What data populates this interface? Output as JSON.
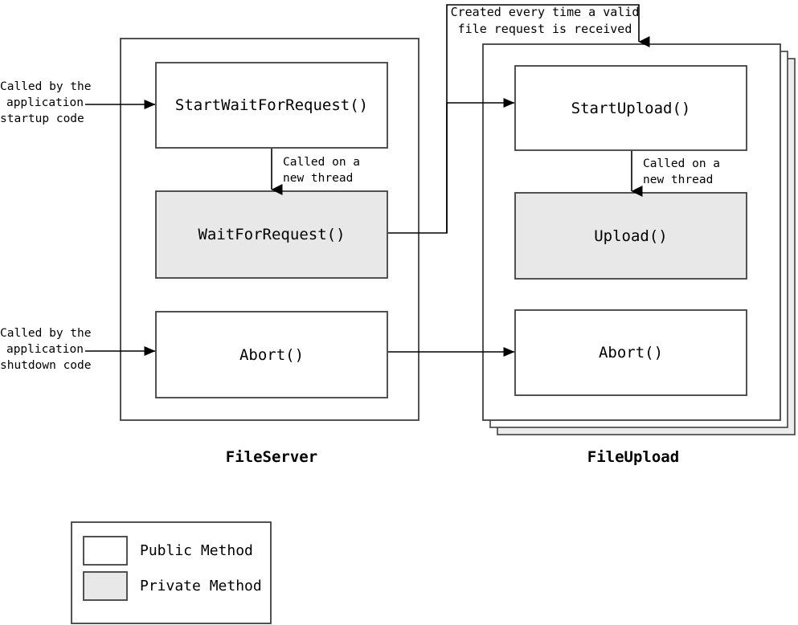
{
  "diagram": {
    "title": "FileServer / FileUpload class method call diagram",
    "colors": {
      "stroke": "#404040",
      "line": "#000000",
      "public_fill": "#ffffff",
      "private_fill": "#e8e8e8",
      "text": "#000000",
      "background": "#ffffff"
    }
  },
  "annotations": {
    "startup": "Called by the\napplication\nstartup code",
    "shutdown": "Called by the\napplication\nshutdown code",
    "new_thread_left": "Called on a\nnew thread",
    "new_thread_right": "Called on a\nnew thread",
    "created_every_time": "Created every time a valid\nfile request is received"
  },
  "file_server": {
    "caption": "FileServer",
    "methods": [
      {
        "label": "StartWaitForRequest()",
        "visibility": "public"
      },
      {
        "label": "WaitForRequest()",
        "visibility": "private"
      },
      {
        "label": "Abort()",
        "visibility": "public"
      }
    ]
  },
  "file_upload": {
    "caption": "FileUpload",
    "stacked": true,
    "methods": [
      {
        "label": "StartUpload()",
        "visibility": "public"
      },
      {
        "label": "Upload()",
        "visibility": "private"
      },
      {
        "label": "Abort()",
        "visibility": "public"
      }
    ]
  },
  "legend": {
    "items": [
      {
        "label": "Public Method",
        "visibility": "public"
      },
      {
        "label": "Private Method",
        "visibility": "private"
      }
    ]
  }
}
